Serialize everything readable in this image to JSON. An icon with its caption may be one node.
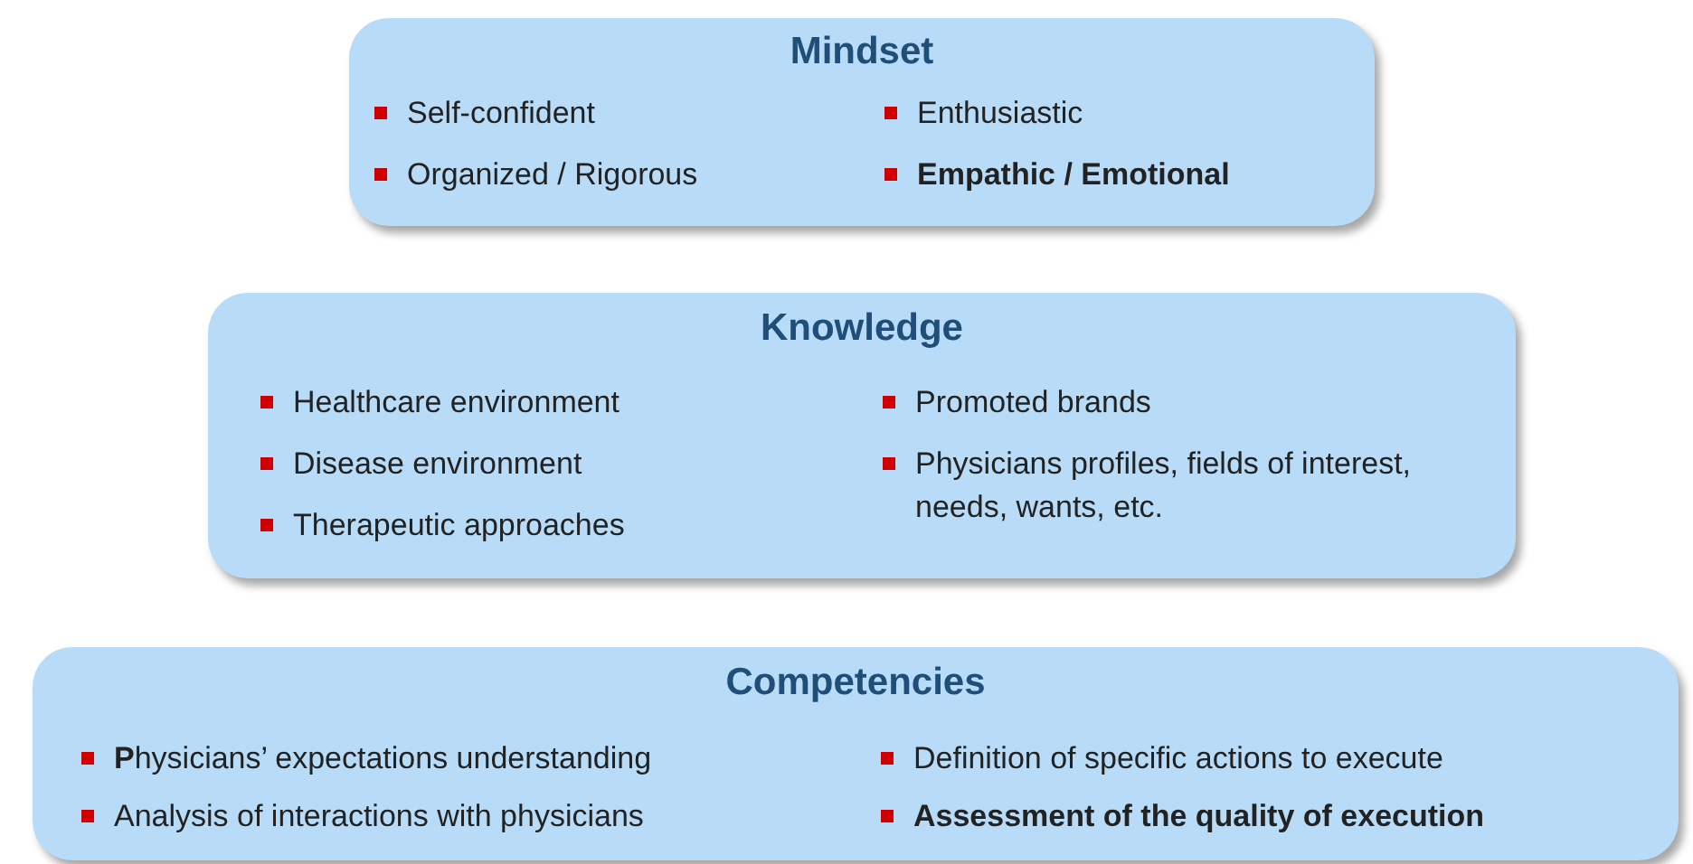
{
  "diagram": {
    "nodes": [
      {
        "text": [
          "Mindset",
          "Self-confident",
          "Organized / Rigorous",
          "Enthusiastic",
          "Empathic / Emotional"
        ]
      },
      {
        "text": [
          "Knowledge",
          "Healthcare environment",
          "Disease environment",
          "Therapeutic approaches",
          "Promoted brands",
          "Physicians profiles, fields of interest, needs, wants, etc."
        ]
      },
      {
        "text": [
          "Competencies",
          "**P**hysicians’ expectations understanding",
          "Analysis of interactions with physicians",
          "Definition of specific actions to execute",
          "Assessment of the quality of execution"
        ]
      }
    ]
  }
}
